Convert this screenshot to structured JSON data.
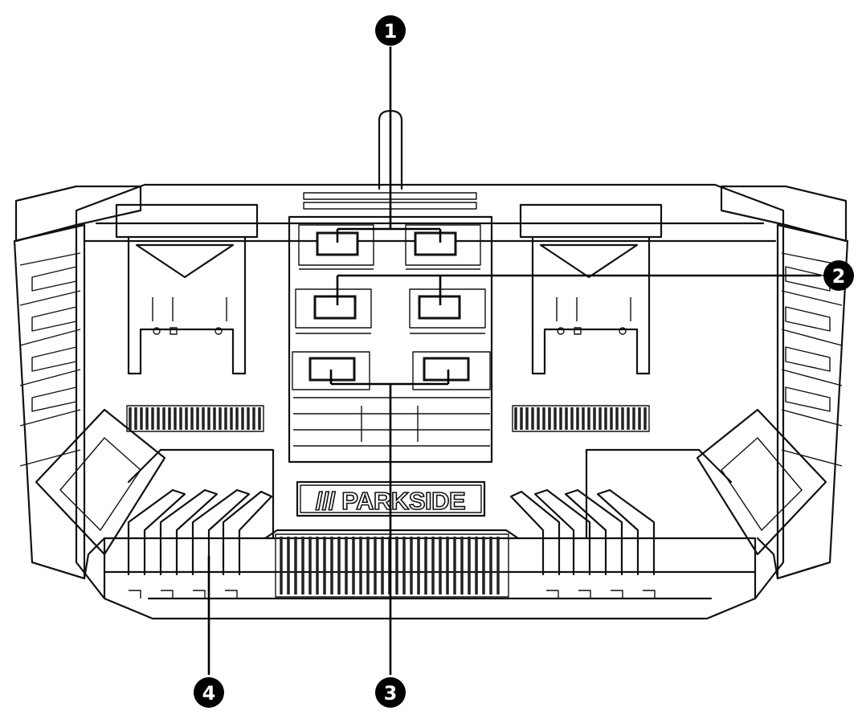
{
  "brand": {
    "text": "/// PARKSIDE"
  },
  "callouts": [
    {
      "id": "1",
      "label": "1"
    },
    {
      "id": "2",
      "label": "2"
    },
    {
      "id": "3",
      "label": "3"
    },
    {
      "id": "4",
      "label": "4"
    }
  ],
  "colors": {
    "line": "#111111",
    "background": "#ffffff",
    "callout": "#000000"
  }
}
